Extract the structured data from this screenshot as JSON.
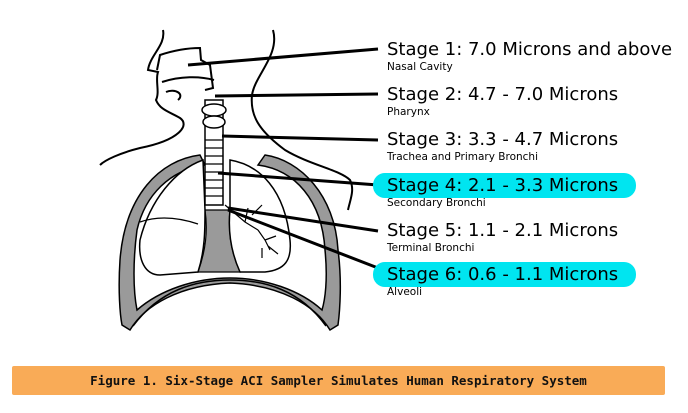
{
  "stages": [
    {
      "title": "Stage 1: 7.0 Microns and above",
      "region": "Nasal Cavity",
      "highlighted": false
    },
    {
      "title": "Stage 2: 4.7 - 7.0 Microns",
      "region": "Pharynx",
      "highlighted": false
    },
    {
      "title": "Stage 3: 3.3 - 4.7 Microns",
      "region": "Trachea and Primary Bronchi",
      "highlighted": false
    },
    {
      "title": "Stage 4: 2.1 - 3.3 Microns",
      "region": "Secondary Bronchi",
      "highlighted": true
    },
    {
      "title": "Stage 5: 1.1 - 2.1 Microns",
      "region": "Terminal Bronchi",
      "highlighted": false
    },
    {
      "title": "Stage 6: 0.6 - 1.1 Microns",
      "region": "Alveoli",
      "highlighted": true
    }
  ],
  "caption": "Figure 1. Six-Stage ACI Sampler Simulates Human Respiratory System",
  "colors": {
    "highlight": "#00e5f0",
    "caption_bg": "#f9ab57",
    "tissue": "#9a9a9a"
  }
}
